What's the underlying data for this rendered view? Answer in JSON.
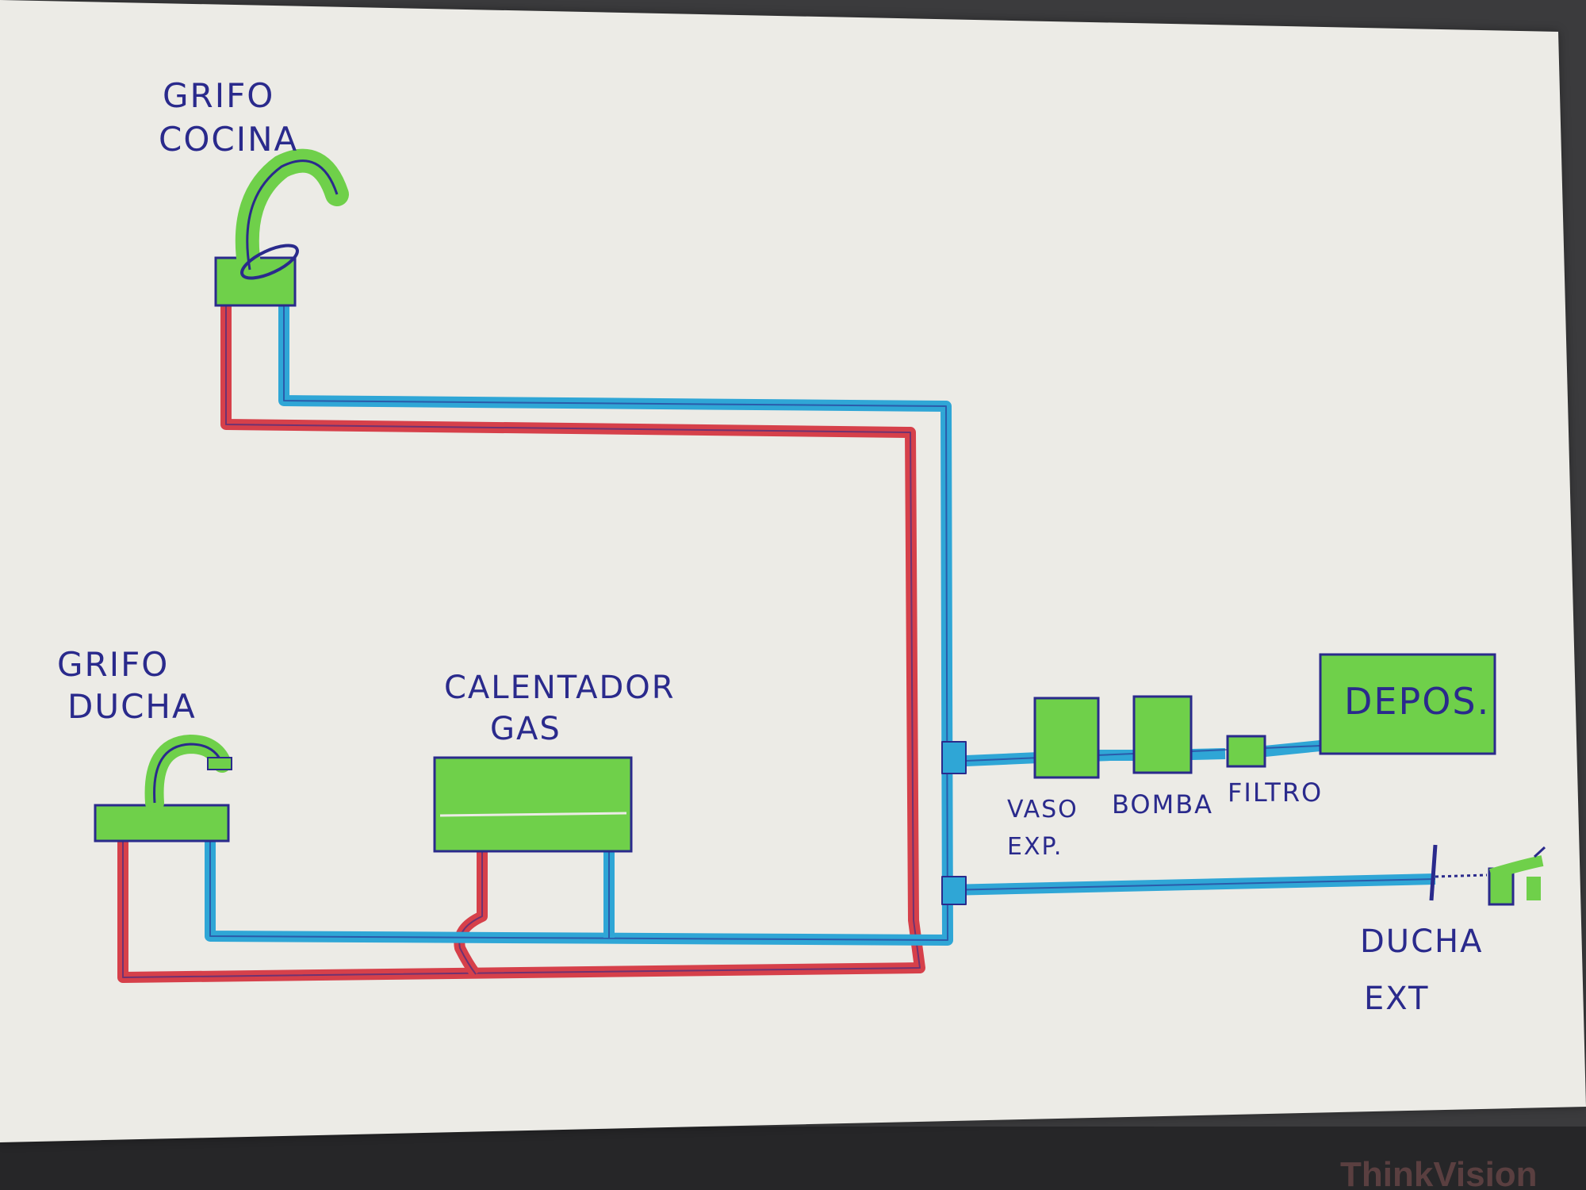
{
  "labels": {
    "grifo_cocina": [
      "GRIFO",
      "COCINA"
    ],
    "grifo_ducha": [
      "GRIFO",
      "DUCHA"
    ],
    "calentador": [
      "CALENTADOR",
      "GAS"
    ],
    "deposito": "DEPOS.",
    "vaso": [
      "VASO",
      "EXP."
    ],
    "bomba": "BOMBA",
    "filtro": "FILTRO",
    "ducha_ext": [
      "DUCHA",
      "EXT"
    ]
  },
  "monitor": {
    "brand": "ThinkVision"
  },
  "colors": {
    "paper": "#ecebe6",
    "cold_pipe": "#2fa6d6",
    "hot_pipe": "#d6404a",
    "fixture_fill": "#6fd04a",
    "ink": "#2a2a8c",
    "monitor_bezel": "#2e2e30"
  }
}
